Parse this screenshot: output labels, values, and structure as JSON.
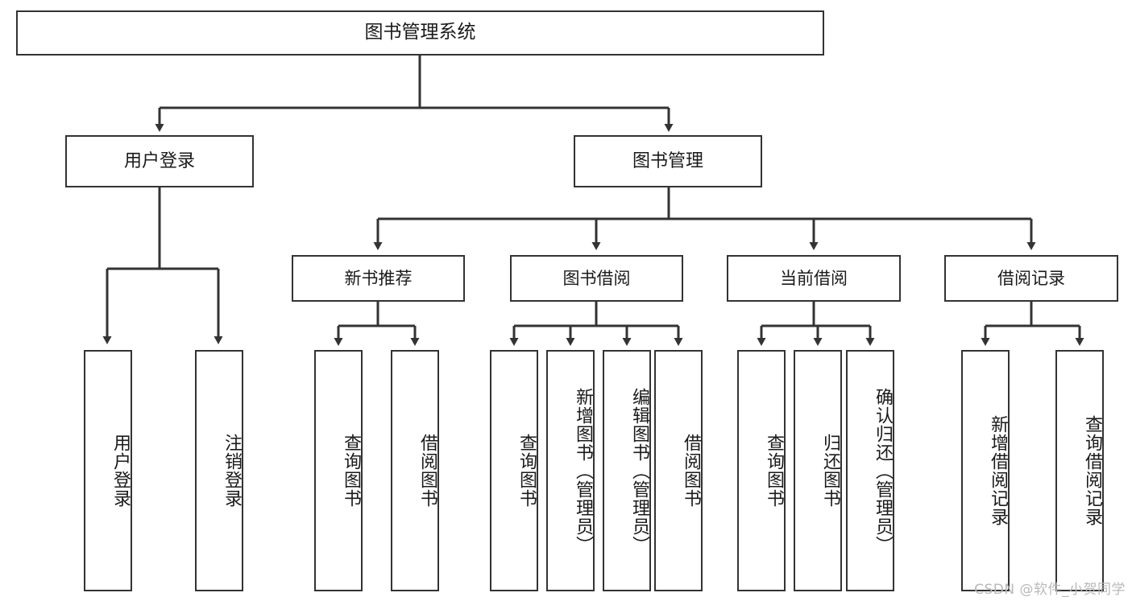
{
  "diagram": {
    "title": "图书管理系统",
    "type": "tree",
    "orientation": "top-down",
    "colors": {
      "box_border": "#333333",
      "box_fill": "#ffffff",
      "connector": "#333333",
      "text": "#1a1a1a",
      "watermark": "#b9b9b9",
      "background": "#ffffff"
    },
    "root": {
      "label": "图书管理系统"
    },
    "level2": [
      {
        "id": "user-login",
        "label": "用户登录"
      },
      {
        "id": "book-management",
        "label": "图书管理"
      }
    ],
    "level3": [
      {
        "id": "new-book-recommend",
        "label": "新书推荐"
      },
      {
        "id": "book-borrow",
        "label": "图书借阅"
      },
      {
        "id": "current-borrow",
        "label": "当前借阅"
      },
      {
        "id": "borrow-record",
        "label": "借阅记录"
      }
    ],
    "leaves": {
      "user_login": [
        {
          "id": "leaf-user-login",
          "label": "用户登录"
        },
        {
          "id": "leaf-logout",
          "label": "注销登录"
        }
      ],
      "new_book_recommend": [
        {
          "id": "leaf-query-book-1",
          "label": "查询图书"
        },
        {
          "id": "leaf-borrow-book-1",
          "label": "借阅图书"
        }
      ],
      "book_borrow": [
        {
          "id": "leaf-query-book-2",
          "label": "查询图书"
        },
        {
          "id": "leaf-add-book",
          "label": "新增图书（管理员）"
        },
        {
          "id": "leaf-edit-book",
          "label": "编辑图书（管理员）"
        },
        {
          "id": "leaf-borrow-book-2",
          "label": "借阅图书"
        }
      ],
      "current_borrow": [
        {
          "id": "leaf-query-book-3",
          "label": "查询图书"
        },
        {
          "id": "leaf-return-book",
          "label": "归还图书"
        },
        {
          "id": "leaf-confirm-return",
          "label": "确认归还（管理员）"
        }
      ],
      "borrow_record": [
        {
          "id": "leaf-add-record",
          "label": "新增借阅记录"
        },
        {
          "id": "leaf-query-record",
          "label": "查询借阅记录"
        }
      ]
    }
  },
  "watermark": {
    "text": "CSDN @软件_小贺同学"
  }
}
